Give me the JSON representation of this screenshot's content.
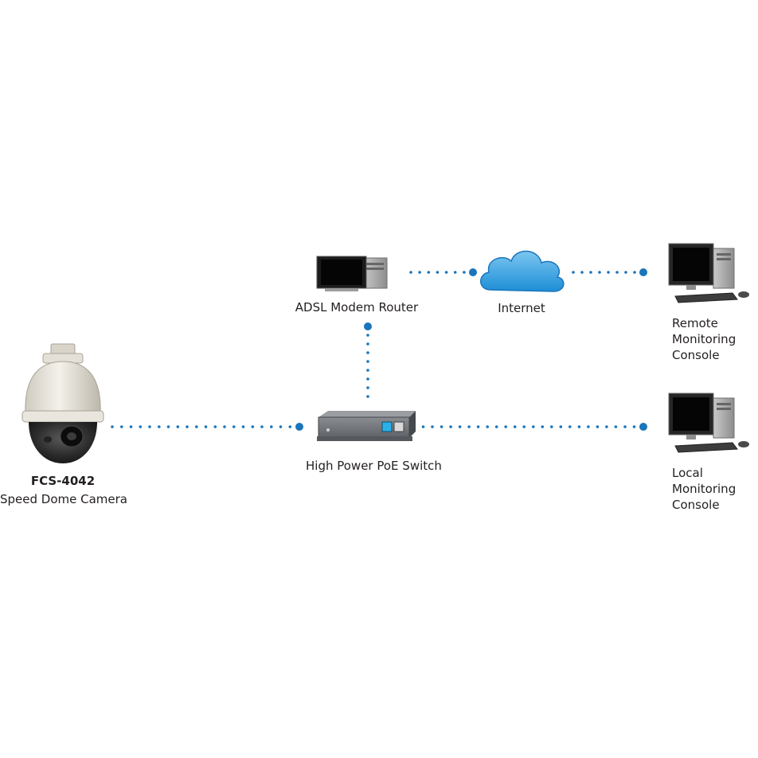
{
  "diagram": {
    "nodes": {
      "camera": {
        "model": "FCS-4042",
        "description": "Speed Dome Camera"
      },
      "router": {
        "label": "ADSL Modem Router"
      },
      "internet": {
        "label": "Internet"
      },
      "switch": {
        "label": "High Power PoE Switch"
      },
      "remote_console": {
        "lines": [
          "Remote",
          "Monitoring",
          "Console"
        ]
      },
      "local_console": {
        "lines": [
          "Local",
          "Monitoring",
          "Console"
        ]
      }
    },
    "connections": [
      {
        "from": "camera",
        "to": "switch"
      },
      {
        "from": "switch",
        "to": "router"
      },
      {
        "from": "router",
        "to": "internet"
      },
      {
        "from": "internet",
        "to": "remote_console"
      },
      {
        "from": "switch",
        "to": "local_console"
      }
    ],
    "colors": {
      "link": "#1a75bb",
      "cloud": "#2f9fe0",
      "text": "#231f20"
    }
  }
}
